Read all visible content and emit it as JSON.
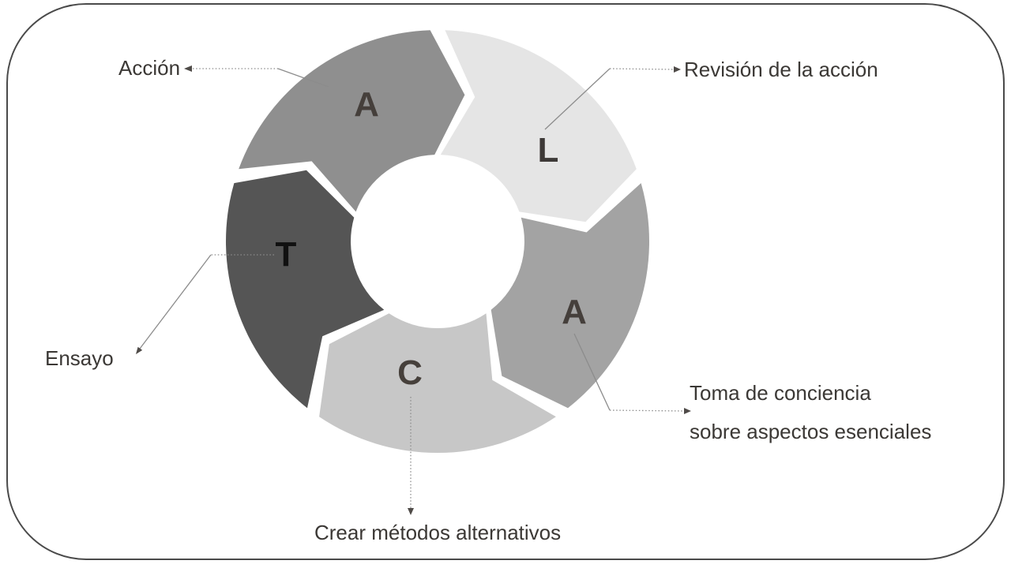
{
  "diagram": {
    "kind": "cycle-arrow-diagram",
    "acronym": "ALACT",
    "background": "#ffffff"
  },
  "segments": [
    {
      "id": "accion",
      "letter": "A",
      "color": "#8f8f8f",
      "letter_color": "#453f3b"
    },
    {
      "id": "revision",
      "letter": "L",
      "color": "#e5e5e5",
      "letter_color": "#3d3937"
    },
    {
      "id": "toma",
      "letter": "A",
      "color": "#a3a3a3",
      "letter_color": "#453f3b"
    },
    {
      "id": "crear",
      "letter": "C",
      "color": "#c7c7c7",
      "letter_color": "#46403b"
    },
    {
      "id": "ensayo",
      "letter": "T",
      "color": "#555555",
      "letter_color": "#111111"
    }
  ],
  "callouts": {
    "accion": {
      "text": "Acción"
    },
    "revision": {
      "text": "Revisión de la acción"
    },
    "toma": {
      "line1": "Toma de conciencia",
      "line2": "sobre aspectos esenciales"
    },
    "crear": {
      "text": "Crear métodos alternativos"
    },
    "ensayo": {
      "text": "Ensayo"
    }
  },
  "colors": {
    "frame_border": "#4a4a4a",
    "leader_line": "#8c8c8c",
    "label_text": "#3b3835"
  }
}
